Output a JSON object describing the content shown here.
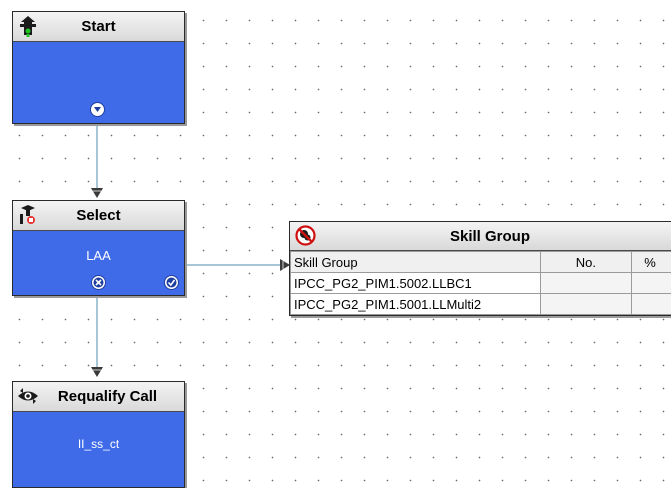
{
  "canvas": {
    "grid": "dotted"
  },
  "nodes": {
    "start": {
      "title": "Start",
      "icon": "traffic-light-icon"
    },
    "select": {
      "title": "Select",
      "value": "LAA",
      "icon": "select-node-icon"
    },
    "requalify": {
      "title": "Requalify Call",
      "value": "II_ss_ct",
      "icon": "requalify-eye-icon"
    }
  },
  "skill_group": {
    "title": "Skill Group",
    "icon": "no-entry-icon",
    "columns": [
      "Skill Group",
      "No.",
      "%"
    ],
    "rows": [
      {
        "name": "IPCC_PG2_PIM1.5002.LLBC1",
        "no": "",
        "pct": ""
      },
      {
        "name": "IPCC_PG2_PIM1.5001.LLMulti2",
        "no": "",
        "pct": ""
      }
    ]
  },
  "colors": {
    "node_body": "#3f6ae8",
    "header": "#e4e4e4",
    "connector": "#8ab4c8"
  }
}
